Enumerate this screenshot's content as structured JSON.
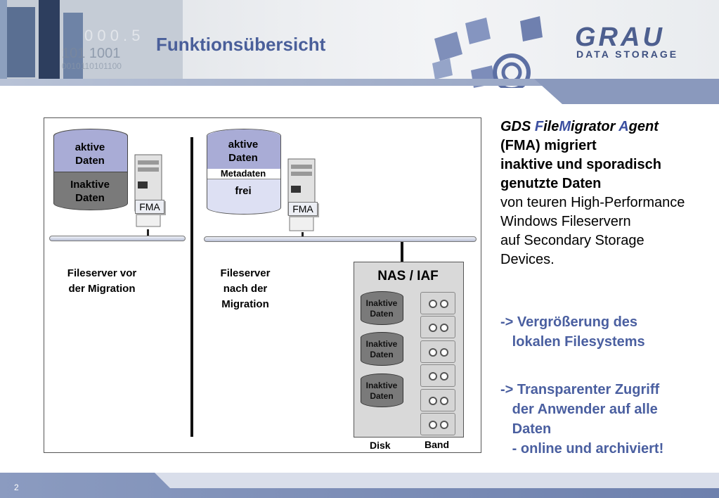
{
  "header": {
    "title": "Funktionsübersicht",
    "logo_top": "GRAU",
    "logo_bottom": "DATA STORAGE"
  },
  "footer": {
    "page_number": "2"
  },
  "diagram": {
    "before": {
      "cyl_top": "aktive Daten",
      "cyl_bottom": "Inaktive Daten",
      "fma": "FMA",
      "caption": "Fileserver vor der Migration"
    },
    "after": {
      "cyl_top": "aktive Daten",
      "metadaten": "Metadaten",
      "frei": "frei",
      "fma": "FMA",
      "caption": "Fileserver nach der Migration"
    },
    "nas": {
      "title": "NAS / IAF",
      "disk_items": [
        "Inaktive Daten",
        "Inaktive Daten",
        "Inaktive Daten"
      ],
      "disk_label": "Disk",
      "band_label": "Band"
    }
  },
  "right_text": {
    "line1_gds": "GDS ",
    "line1_f": "F",
    "line1_ile": "ile",
    "line1_m": "M",
    "line1_igrator": "igrator ",
    "line1_a": "A",
    "line1_gent": "gent",
    "line2": "(FMA) migriert",
    "line3": "inaktive und sporadisch",
    "line4": "genutzte Daten",
    "line5": "von teuren High-Performance",
    "line6": "Windows Fileservern",
    "line7": "auf Secondary Storage",
    "line8": "Devices.",
    "bullet1": "-> Vergrößerung des\n   lokalen Filesystems",
    "bullet2": "-> Transparenter Zugriff\n   der Anwender auf alle\n   Daten\n   - online und archiviert!"
  },
  "colors": {
    "title_blue": "#4a5f9a",
    "accent_blue": "#3b4fa0",
    "cyl_purple": "#a9acd6",
    "cyl_grey": "#7a7a7a"
  }
}
